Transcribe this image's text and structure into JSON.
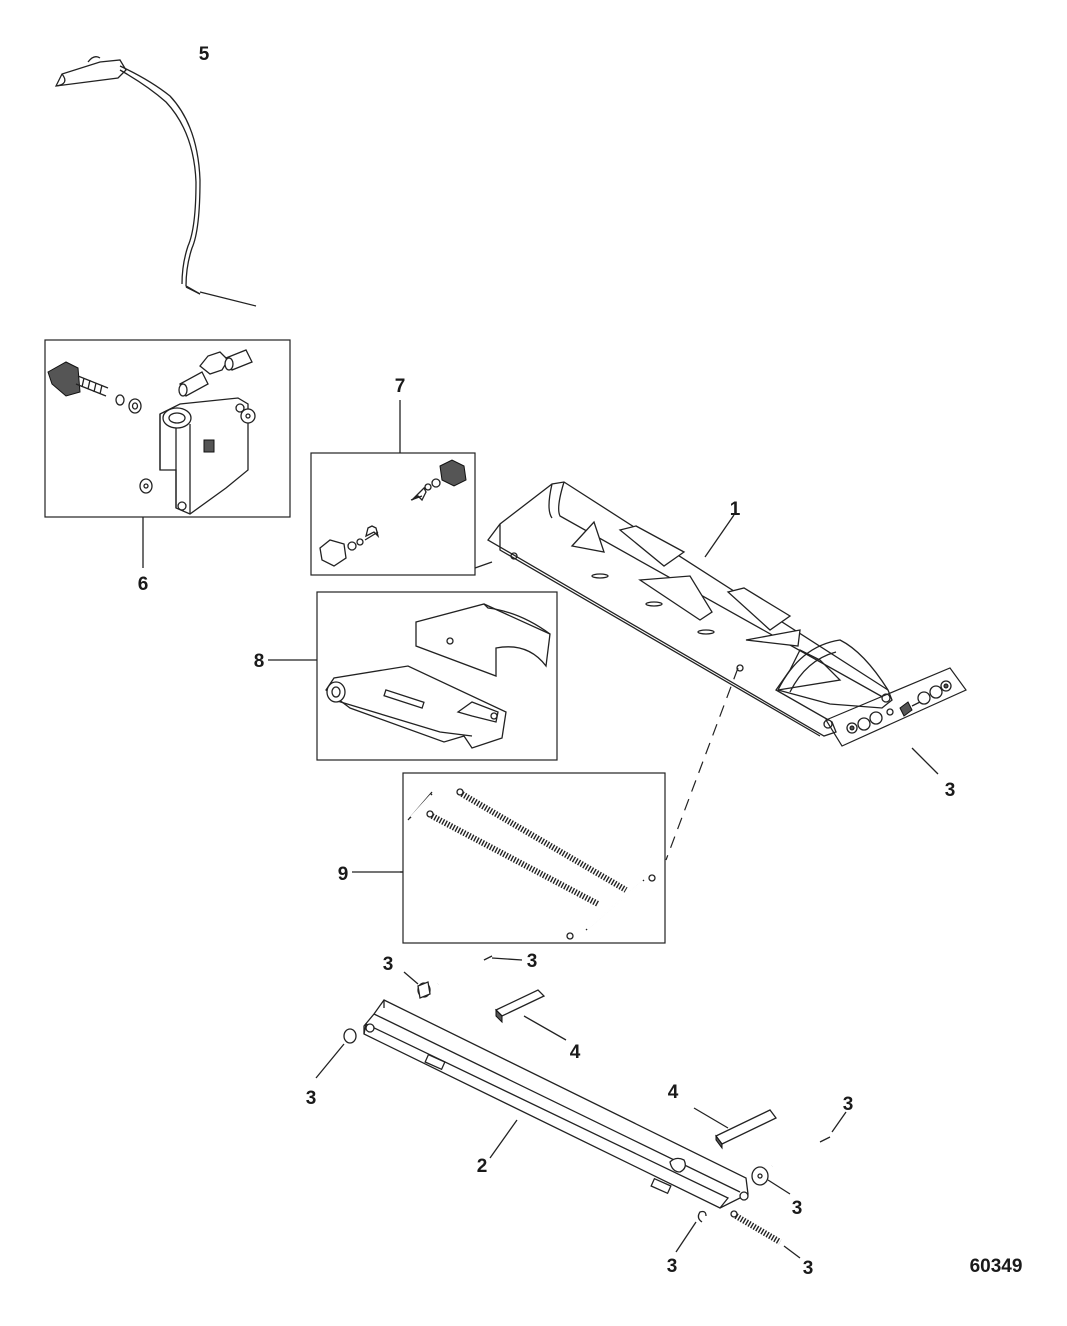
{
  "figure_number": "60349",
  "callouts": {
    "c1": "1",
    "c2": "2",
    "c3_bracket_hw": "3",
    "c3_bushing": "3",
    "c3_pin_top": "3",
    "c3_left_end": "3",
    "c3_pin_right": "3",
    "c3_washer": "3",
    "c3_clip": "3",
    "c3_spring": "3",
    "c4_upper": "4",
    "c4_lower": "4",
    "c5": "5",
    "c6": "6",
    "c7": "7",
    "c8": "8",
    "c9": "9"
  }
}
